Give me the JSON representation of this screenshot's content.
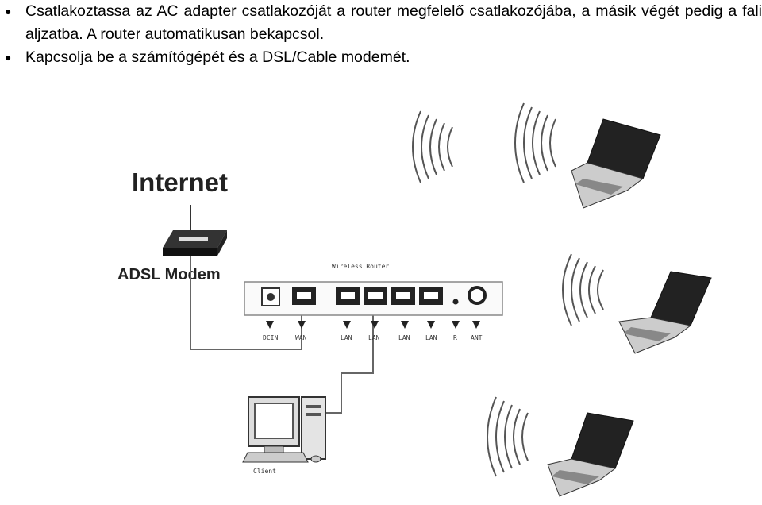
{
  "bullets": [
    {
      "text": "Csatlakoztassa az AC adapter csatlakozóját a router megfelelő csatlakozójába, a másik végét pedig a fali aljzatba. A router automatikusan bekapcsol."
    },
    {
      "text": "Kapcsolja be a számítógépét és a DSL/Cable modemét."
    }
  ],
  "diagram": {
    "internet_label": "Internet",
    "modem_label": "ADSL Modem",
    "router_title": "Wireless Router",
    "port_labels": [
      "DCIN",
      "WAN",
      "LAN",
      "LAN",
      "LAN",
      "LAN",
      "R",
      "ANT"
    ],
    "client_label": "Client",
    "icons": [
      "modem-icon",
      "router-icon",
      "desktop-computer-icon",
      "laptop-icon",
      "wireless-signal-icon"
    ]
  }
}
